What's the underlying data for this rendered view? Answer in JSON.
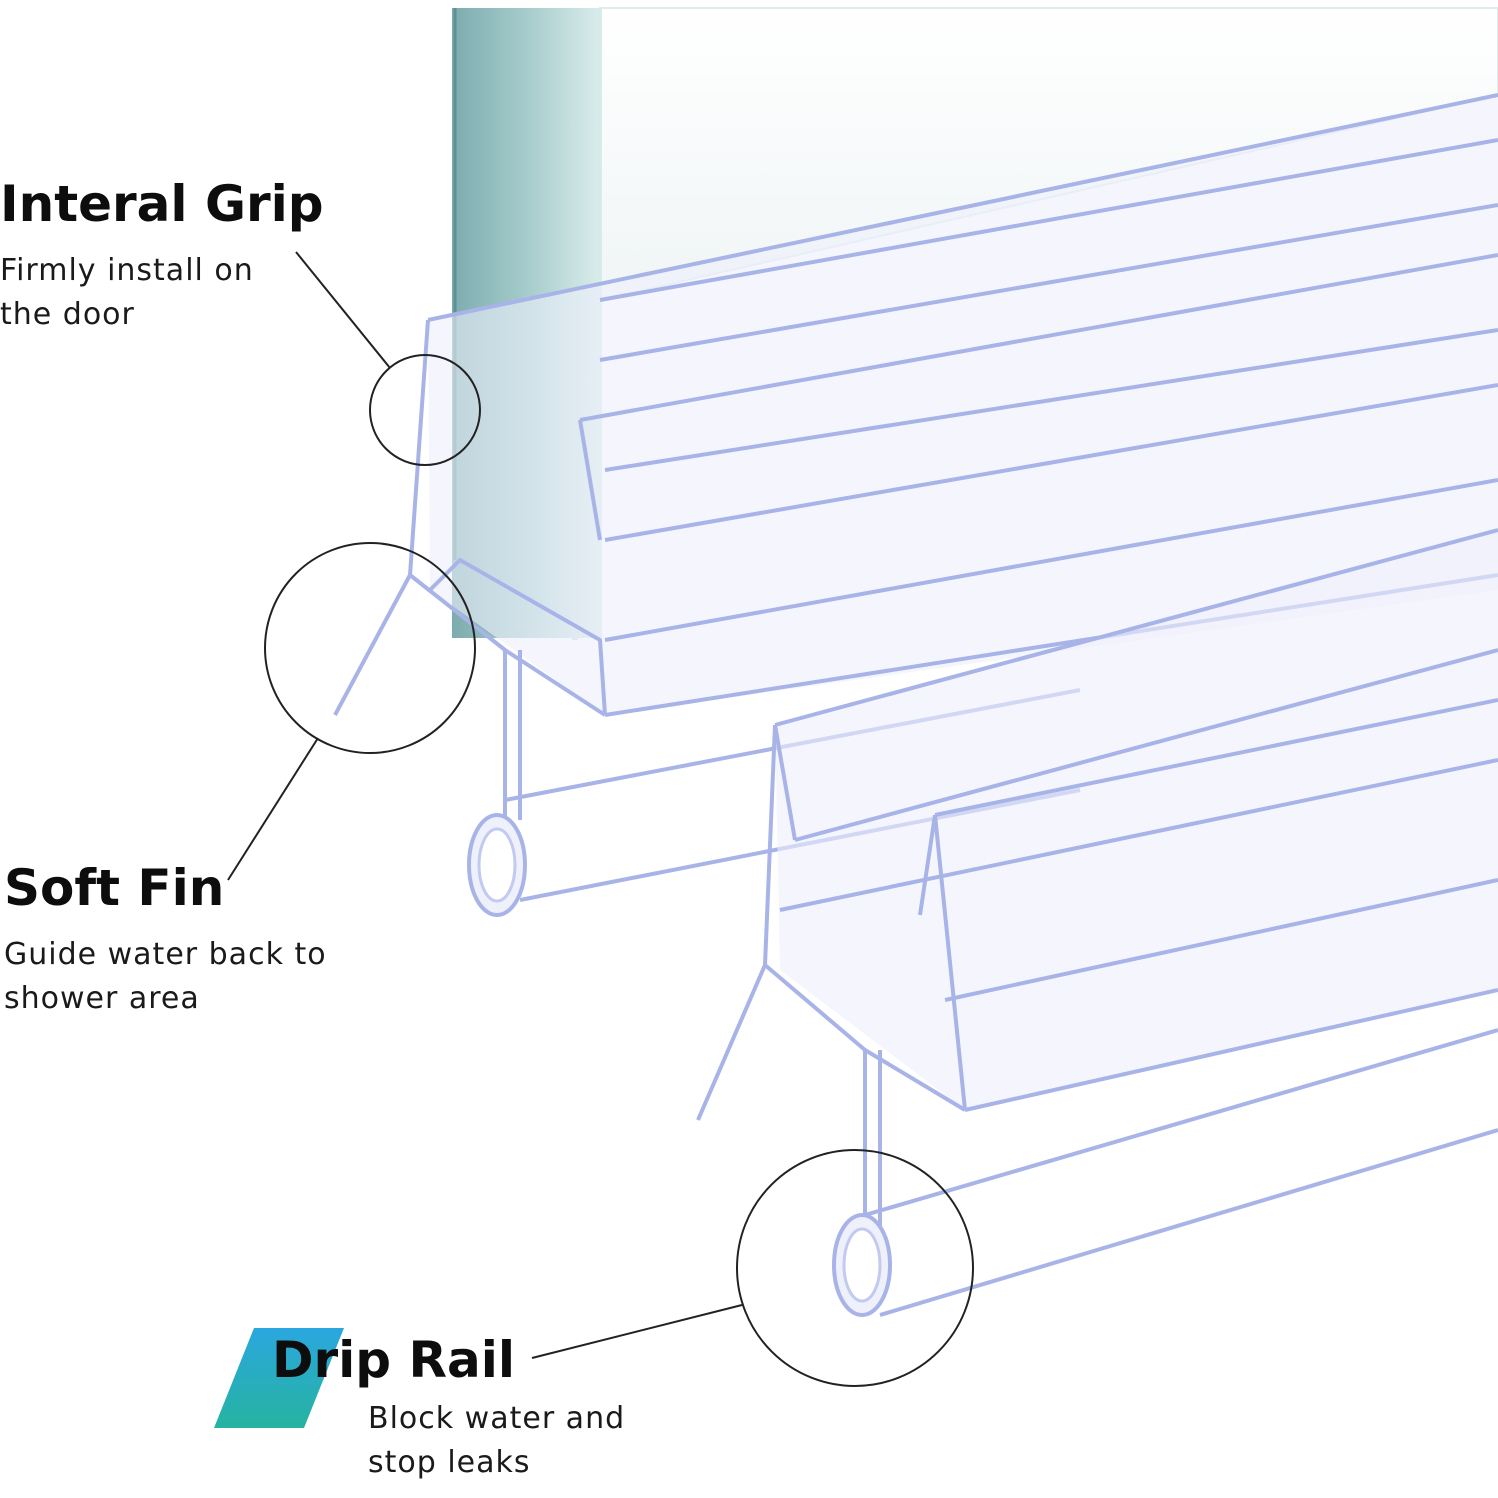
{
  "features": [
    {
      "title": "Interal Grip",
      "description": [
        "Firmly install on",
        "the door"
      ]
    },
    {
      "title": "Soft Fin",
      "description": [
        "Guide water back to",
        "shower area"
      ]
    },
    {
      "title": "Drip Rail",
      "description": [
        "Block water and",
        "stop leaks"
      ]
    }
  ],
  "colors": {
    "glass": "#7fb2b4",
    "seal_outline": "#a8b4e8",
    "seal_fill": "#eef0fb",
    "leader_line": "#222222",
    "accent_blue": "#2aa7df",
    "accent_teal": "#26b3a0"
  }
}
